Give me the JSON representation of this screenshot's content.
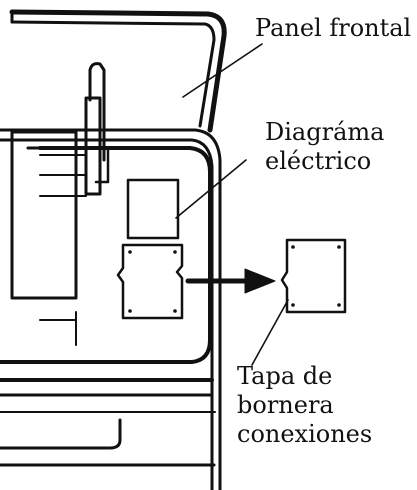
{
  "labels": {
    "panel_frontal": "Panel frontal",
    "diagrama": [
      "Diagráma",
      "eléctrico"
    ],
    "tapa": [
      "Tapa de",
      "bornera",
      "conexiones"
    ]
  },
  "colors": {
    "stroke": "#111111",
    "background": "#ffffff"
  }
}
